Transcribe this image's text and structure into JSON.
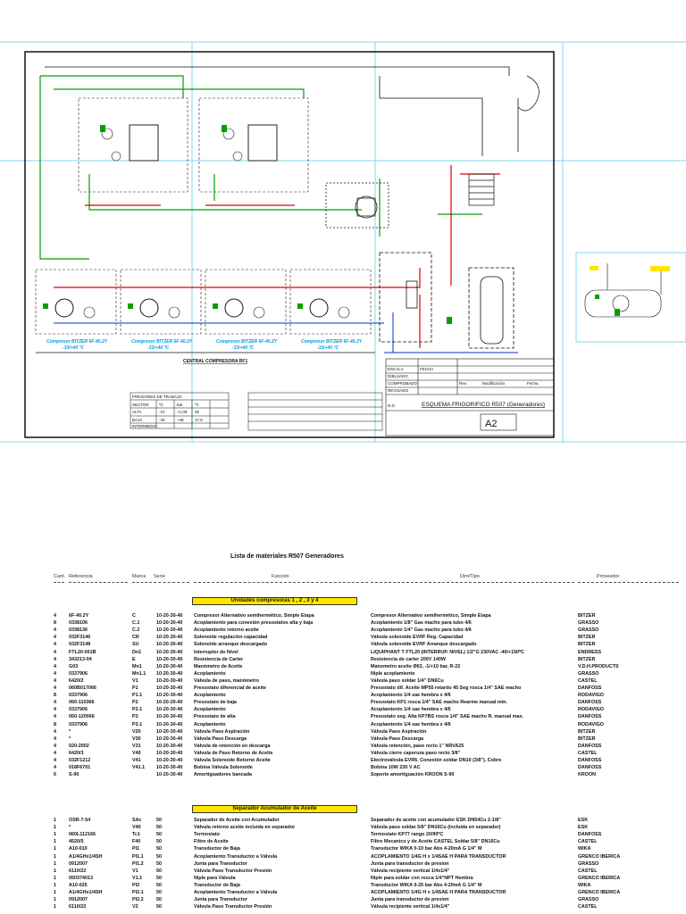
{
  "drawing": {
    "central_title": "CENTRAL COMPRESORA RF1",
    "compressor_labels": [
      "Compresor BITZER 6F-40.2Y",
      "Compresor BITZER 6F-40.2Y",
      "Compresor BITZER 6F-40.2Y",
      "Compresor BITZER 6F-40.2Y"
    ],
    "compressor_sublabels": [
      "-33/+40 °C",
      "-33/+40 °C",
      "-33/+40 °C",
      "-33/+40 °C"
    ],
    "title_block": {
      "main_title": "ESQUEMA FRIGORIFICO R507 (Generadores)",
      "sheet_size": "A2",
      "fields": [
        "ESCALA",
        "FECHA",
        "DIBUJADO",
        "COMPROBADO",
        "REVISADO",
        "N.D."
      ],
      "rev_header": [
        "Rev.",
        "Modificación",
        "Fecha"
      ]
    },
    "pressure_table": {
      "title": "PRESIONES DE TRABAJO",
      "headers": [
        "SECTOR",
        "ºC",
        "bar",
        "ºC"
      ],
      "rows": [
        [
          "ALTA",
          "-10",
          "+1.09",
          "35"
        ],
        [
          "BAJA",
          "-40",
          "+48",
          "17.6"
        ],
        [
          "INTERMEDIA",
          "",
          "",
          ""
        ]
      ]
    }
  },
  "bom": {
    "title": "Lista de materiales R507 Generadores",
    "headers": {
      "cant": "Cant.",
      "ref": "Referencia",
      "marca": "Marca",
      "serie": "Serie",
      "funcion": "Función",
      "dim": "Dim/Tipo",
      "prov": "Proveedor"
    },
    "sections": [
      {
        "title": "Unidades compresoras 1 , 2 , 3 y 4",
        "rows": [
          [
            "4",
            "6F-40.2Y",
            "C",
            "10-20-30-40",
            "Compresor Alternativo semihermético, Simple Etapa",
            "Compresor Alternativo semihermético, Simple Etapa",
            "BITZER"
          ],
          [
            "8",
            "0338106",
            "C.1",
            "10-20-30-40",
            "Acoplamiento para conexión presostatos alta y baja",
            "Acoplamiento 1/8\" Gas macho para tubo 4/6",
            "GRASSO"
          ],
          [
            "4",
            "0338136",
            "C.2",
            "10-20-30-40",
            "Acoplamiento retorno aceite",
            "Acoplamiento 1/4\" Gas macho para tubo 4/6",
            "GRASSO"
          ],
          [
            "4",
            "032F3146",
            "CR",
            "10-20-30-40",
            "Solenoide regulación capacidad",
            "Válvula solenoide EVRF Reg. Capacidad",
            "BITZER"
          ],
          [
            "4",
            "032F3148",
            "SU",
            "10-20-30-40",
            "Solenoide arranque descargado",
            "Válvula solenoide EVRF Arranque descargado",
            "BITZER"
          ],
          [
            "4",
            "FTL20-001B",
            "Dn1",
            "10-20-30-40",
            "Interruptor de Nivel",
            "LIQUIPHANT T FTL20 (INTERRUP. NIVEL) 1/2\"G 230VAC -40/+150ºC",
            "ENDRESS"
          ],
          [
            "4",
            "343213-04",
            "E",
            "10-20-30-40",
            "Resistencia de Carter",
            "Resistencia de carter 200V 140W",
            "BITZER"
          ],
          [
            "4",
            "G03",
            "Mn1",
            "10-20-30-40",
            "Manómetro de Aceite",
            "Manometro aceite Ø63, -1/+10 bar, R-22",
            "V.D.H.PRODUCTS"
          ],
          [
            "4",
            "0337906",
            "Mn1.1",
            "10-20-30-40",
            "Acoplamiento",
            "Niple acoplamiento",
            "GRASSO"
          ],
          [
            "4",
            "6420/2",
            "V1",
            "10-20-30-40",
            "Válvula de paso, manómetro",
            "Válvula paso soldar 1/4\" DN6Cu",
            "CASTEL"
          ],
          [
            "4",
            "060B017066",
            "P1",
            "10-20-30-40",
            "Presostato diferencial de aceite",
            "Presostato dif. Aceite MP55 retardo 45 Seg rosca 1/4\" SAE macho",
            "DANFOSS"
          ],
          [
            "8",
            "0337906",
            "P1.1",
            "10-20-30-40",
            "Acoplamiento",
            "Acoplamiento 1/4 sae hembra x 4/6",
            "RODAVIGO"
          ],
          [
            "4",
            "060-110366",
            "P2",
            "10-20-30-40",
            "Presostato de baja",
            "Presostato KP1 rosca 1/4\" SAE macho Rearme manual min.",
            "DANFOSS"
          ],
          [
            "4",
            "0337906",
            "P2.1",
            "10-20-30-40",
            "Acoplamiento",
            "Acoplamiento 1/4 sae hembra x 4/6",
            "RODAVIGO"
          ],
          [
            "4",
            "060-120066",
            "P3",
            "10-20-30-40",
            "Presostato de alta",
            "Presostato seg. Alta KP7BS rosca 1/4\" SAE macho R. manual max.",
            "DANFOSS"
          ],
          [
            "8",
            "0337906",
            "P3.1",
            "10-20-30-40",
            "Acoplamiento",
            "Acoplamiento 1/4 sae hembra x 4/6",
            "RODAVIGO"
          ],
          [
            "4",
            "*",
            "V20",
            "10-20-30-40",
            "Válvula Paso Aspiración",
            "Válvula Paso Aspiración",
            "BITZER"
          ],
          [
            "4",
            "*",
            "V30",
            "10-20-30-40",
            "Válvula Paso Descarga",
            "Válvula Paso Descarga",
            "BITZER"
          ],
          [
            "4",
            "020-2002",
            "V31",
            "10-20-30-40",
            "Válvula de retención en descarga",
            "Válvula retención, paso recto 1\" NRVA25",
            "DANFOSS"
          ],
          [
            "4",
            "6420/3",
            "V40",
            "10-20-30-40",
            "Válvula de Paso Retorno de Aceite",
            "Válvula cierre caperuza paso recto 3/8\"",
            "CASTEL"
          ],
          [
            "4",
            "032F1212",
            "V41",
            "10-20-30-40",
            "Válvula Solenoide Retorno Aceite",
            "Electroválvula EVR6. Conexión soldar DN10 (3/8\"). Cobre",
            "DANFOSS"
          ],
          [
            "4",
            "018F6701",
            "V41.1",
            "10-20-30-40",
            "Bobina Válvula Solenoide",
            "Bobina 10W 230 V AC",
            "DANFOSS"
          ],
          [
            "6",
            "S-90",
            "",
            "10-20-30-40",
            "Amortiguadores bancada",
            "Soporte amortiguación KROON S-90",
            "KROON"
          ]
        ]
      },
      {
        "title": "Separador Acumulador de Aceite",
        "rows": [
          [
            "1",
            "OSR-7-54",
            "SAc",
            "50",
            "Separador de Aceite con Acumulador",
            "Separador de aceite con acumulador ESK DN54Cu 2-1/8\"",
            "ESK"
          ],
          [
            "1",
            "*",
            "V40",
            "50",
            "Válvula retorno aceite incluida en separador",
            "Válvula paso soldar 5/8\" DN16Cu (incluida en separador)",
            "ESK"
          ],
          [
            "1",
            "060L112166",
            "Tc1",
            "50",
            "Termostato",
            "Termostato KP77 rango 20/90ºC",
            "DANFOSS"
          ],
          [
            "1",
            "4520/5",
            "F40",
            "50",
            "Filtro de Aceite",
            "Filtro Mecanico y de Aceite CASTEL Soldar 5/8\" DN16Cu",
            "CASTEL"
          ],
          [
            "1",
            "A10-010",
            "PI1",
            "50",
            "Transductor de Baja",
            "Transductor WIKA 0-10 bar Abs 4-20mA G 1/4\" M",
            "WIKA"
          ],
          [
            "1",
            "A1/4GHx1/4SH",
            "PI1.1",
            "50",
            "Acoplamiento Transductor a Válvula",
            "ACOPLAMIENTO 1/4G H x 1/4SAE H PARA TRANSDUCTOR",
            "GRENCO IBERICA"
          ],
          [
            "1",
            "0912007",
            "PI1.2",
            "50",
            "Junta para Transductor",
            "Junta para transductor de presion",
            "GRASSO"
          ],
          [
            "1",
            "6110/22",
            "V1",
            "50",
            "Válvula Paso Transductor Presión",
            "Válvula recipiente vertical 1/4x1/4\"",
            "CASTEL"
          ],
          [
            "1",
            "050374013",
            "V1.1",
            "50",
            "Niple para Válvula",
            "Niple para soldar con rosca 1/4\"NPT Hembra",
            "GRENCO IBERICA"
          ],
          [
            "1",
            "A10-025",
            "PI2",
            "50",
            "Transductor de Baja",
            "Transductor WIKA 0-25 bar Abs 4-20mA G 1/4\" M",
            "WIKA"
          ],
          [
            "1",
            "A1/4GHx1/4SH",
            "PI2.1",
            "50",
            "Acoplamiento Transductor a Válvula",
            "ACOPLAMIENTO 1/4G H x 1/4SAE H PARA TRANSDUCTOR",
            "GRENCO IBERICA"
          ],
          [
            "1",
            "0912007",
            "PI2.2",
            "50",
            "Junta para Transductor",
            "Junta para transductor de presion",
            "GRASSO"
          ],
          [
            "1",
            "6110/22",
            "V2",
            "50",
            "Válvula Paso Transductor Presión",
            "Válvula recipiente vertical 1/4x1/4\"",
            "CASTEL"
          ]
        ]
      }
    ]
  },
  "colors": {
    "frame": "#7fd8e8",
    "pipe_green": "#00a000",
    "pipe_red": "#e00000",
    "pipe_blue": "#0033cc",
    "label_cyan": "#0099dd",
    "highlight_yellow": "#ffe600"
  }
}
